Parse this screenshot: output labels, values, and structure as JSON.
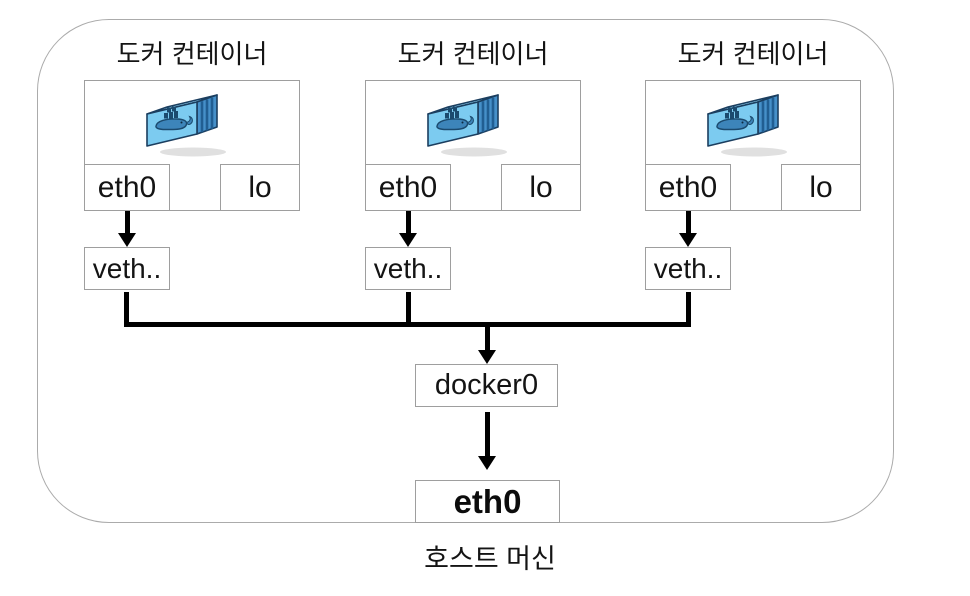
{
  "diagram": {
    "containers": [
      {
        "title": "도커 컨테이너",
        "eth": "eth0",
        "lo": "lo",
        "veth": "veth.."
      },
      {
        "title": "도커 컨테이너",
        "eth": "eth0",
        "lo": "lo",
        "veth": "veth.."
      },
      {
        "title": "도커 컨테이너",
        "eth": "eth0",
        "lo": "lo",
        "veth": "veth.."
      }
    ],
    "host": {
      "bridge_label": "docker0",
      "eth_label": "eth0",
      "label": "호스트 머신"
    },
    "colors": {
      "connector": "#000000",
      "box_border": "#9e9e9e",
      "host_border": "#ababab",
      "icon_front": "#7ccbf0",
      "icon_top": "#8fd4f4",
      "icon_side": "#4690c9",
      "icon_outline": "#1b3e5f"
    }
  }
}
